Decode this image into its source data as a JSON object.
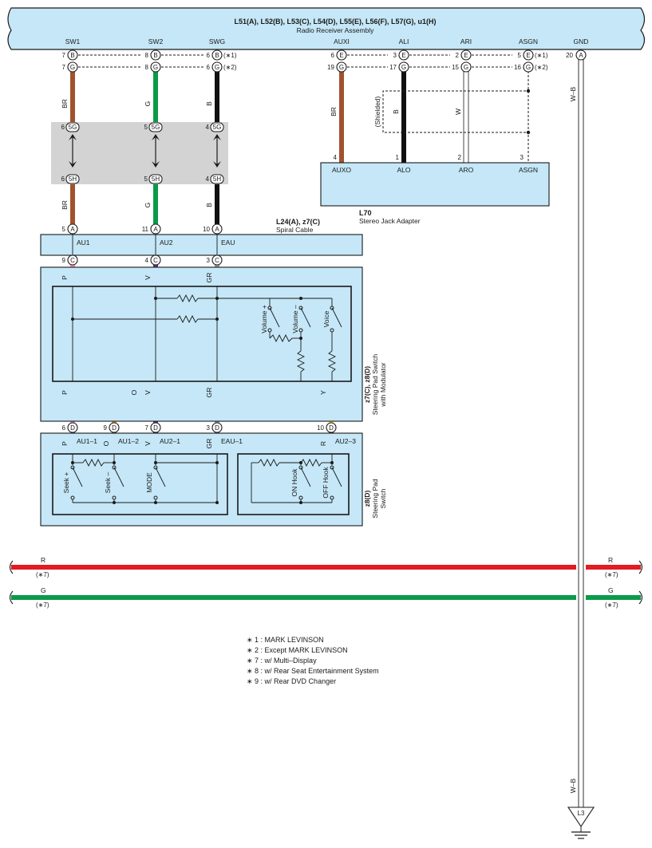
{
  "colors": {
    "box_fill": "#c5e7f7",
    "box_stroke": "#1a1a1a",
    "junction_fill": "#d3d3d3",
    "wire_BR": "#a0522d",
    "wire_G": "#0a9a4a",
    "wire_B": "#111111",
    "wire_P": "#f48fbf",
    "wire_V": "#6a2c91",
    "wire_GR": "#9a9a9a",
    "wire_O": "#f7941d",
    "wire_Y": "#ffe000",
    "wire_R": "#e31b23"
  },
  "radio": {
    "title": "L51(A), L52(B), L53(C), L54(D), L55(E), L56(F), L57(G), u1(H)",
    "subtitle": "Radio Receiver Assembly",
    "terminals": [
      "SW1",
      "SW2",
      "SWG",
      "AUXI",
      "ALI",
      "ARI",
      "ASGN",
      "GND"
    ]
  },
  "pins_row1": {
    "sw1": [
      "7",
      "B"
    ],
    "sw2": [
      "8",
      "B"
    ],
    "swg": [
      "6",
      "B"
    ],
    "swg_note": "(∗1)",
    "auxi": [
      "6",
      "E"
    ],
    "ali": [
      "3",
      "E"
    ],
    "ari": [
      "2",
      "E"
    ],
    "asgn": [
      "5",
      "E"
    ],
    "asgn_note": "(∗1)",
    "gnd": [
      "20",
      "A"
    ]
  },
  "pins_row2": {
    "sw1": [
      "7",
      "G"
    ],
    "sw2": [
      "8",
      "G"
    ],
    "swg": [
      "6",
      "G"
    ],
    "swg_note": "(∗2)",
    "auxi": [
      "19",
      "G"
    ],
    "ali": [
      "17",
      "G"
    ],
    "ari": [
      "15",
      "G"
    ],
    "asgn": [
      "16",
      "G"
    ],
    "asgn_note": "(∗2)"
  },
  "wire_labels": {
    "sw1": "BR",
    "sw2": "G",
    "swg": "B",
    "auxi": "BR",
    "ali": "B",
    "ari": "W",
    "gnd": "W–B",
    "shielded": "(Shielded)",
    "lower_sw1": "BR",
    "lower_sw2": "G",
    "lower_swg": "B",
    "p1": "P",
    "v1": "V",
    "gr1": "GR",
    "p2": "P",
    "o2": "O",
    "v2": "V",
    "gr2": "GR",
    "y2": "Y",
    "p3": "P",
    "o3": "O",
    "v3": "V",
    "gr3": "GR",
    "r3": "R",
    "gnd_lower": "W–B"
  },
  "junction": {
    "top": [
      [
        "6",
        "5G"
      ],
      [
        "5",
        "5G"
      ],
      [
        "4",
        "5G"
      ]
    ],
    "bottom": [
      [
        "6",
        "5H"
      ],
      [
        "5",
        "5H"
      ],
      [
        "4",
        "5H"
      ]
    ]
  },
  "stereo_jack": {
    "pins": [
      [
        "4",
        "AUXO"
      ],
      [
        "1",
        "ALO"
      ],
      [
        "2",
        "ARO"
      ],
      [
        "3",
        "ASGN"
      ]
    ],
    "code": "L70",
    "name": "Stereo Jack Adapter"
  },
  "spiral": {
    "title": "L24(A), z7(C)",
    "subtitle": "Spiral Cable",
    "pins_top": [
      [
        "5",
        "A"
      ],
      [
        "11",
        "A"
      ],
      [
        "10",
        "A"
      ]
    ],
    "labels": [
      "AU1",
      "AU2",
      "EAU"
    ],
    "pins_bottom": [
      [
        "9",
        "C"
      ],
      [
        "4",
        "C"
      ],
      [
        "3",
        "C"
      ]
    ]
  },
  "modulator": {
    "title": "z7(C), z8(D)",
    "line2": "Steering Pad Switch",
    "line3": "with Modulator",
    "switches": [
      "Volume +",
      "Volume –",
      "Voice"
    ],
    "pins_bottom": [
      [
        "6",
        "D"
      ],
      [
        "9",
        "D"
      ],
      [
        "7",
        "D"
      ],
      [
        "3",
        "D"
      ],
      [
        "10",
        "D"
      ]
    ]
  },
  "pad": {
    "title": "z8(D)",
    "line2": "Steering Pad",
    "line3": "Switch",
    "labels": [
      "AU1–1",
      "AU1–2",
      "AU2–1",
      "EAU–1",
      "AU2–3"
    ],
    "switches": [
      "Seek +",
      "Seek –",
      "MODE",
      "ON Hook",
      "OFF Hook"
    ]
  },
  "bus": {
    "r_label": "R",
    "r_note": "(∗7)",
    "g_label": "G",
    "g_note": "(∗7)"
  },
  "ground": {
    "label": "L3"
  },
  "notes": [
    "∗ 1 : MARK LEVINSON",
    "∗ 2 : Except MARK LEVINSON",
    "∗ 7 : w/ Multi–Display",
    "∗ 8 : w/ Rear Seat Entertainment System",
    "∗ 9 : w/ Rear DVD Changer"
  ]
}
